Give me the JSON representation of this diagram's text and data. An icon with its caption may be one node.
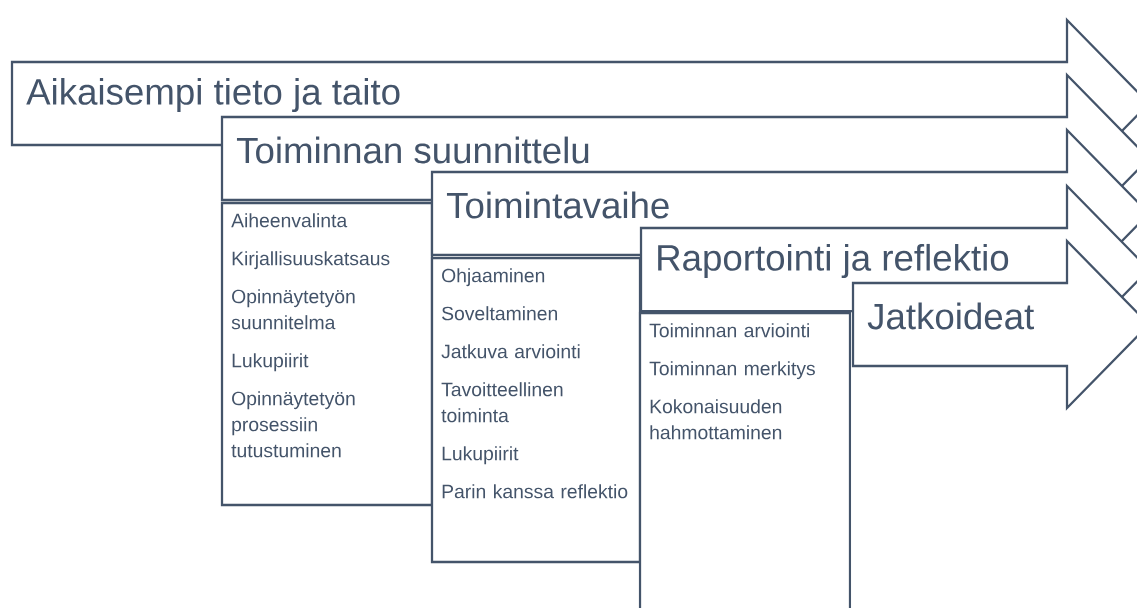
{
  "diagram": {
    "nodes": [
      {
        "text": [
          "Aikaisempi tieto ja taito"
        ]
      },
      {
        "text": [
          "Toiminnan suunnittelu"
        ]
      },
      {
        "text": [
          "Toimintavaihe"
        ]
      },
      {
        "text": [
          "Raportointi ja reflektio"
        ]
      },
      {
        "text": [
          "Jatkoideat"
        ]
      },
      {
        "text": [
          "Aiheenvalinta",
          "Kirjallisuuskatsaus",
          "Opinnäytetyön suunnitelma",
          "Lukupiirit",
          "Opinnäytetyön prosessiin tutustuminen"
        ]
      },
      {
        "text": [
          "Ohjaaminen",
          "Soveltaminen",
          "Jatkuva arviointi",
          "Tavoitteellinen toiminta",
          "Lukupiirit",
          "Parin kanssa reflektio"
        ]
      },
      {
        "text": [
          "Toiminnan arviointi",
          "Toiminnan merkitys",
          "Kokonaisuuden hahmottaminen"
        ]
      }
    ]
  }
}
